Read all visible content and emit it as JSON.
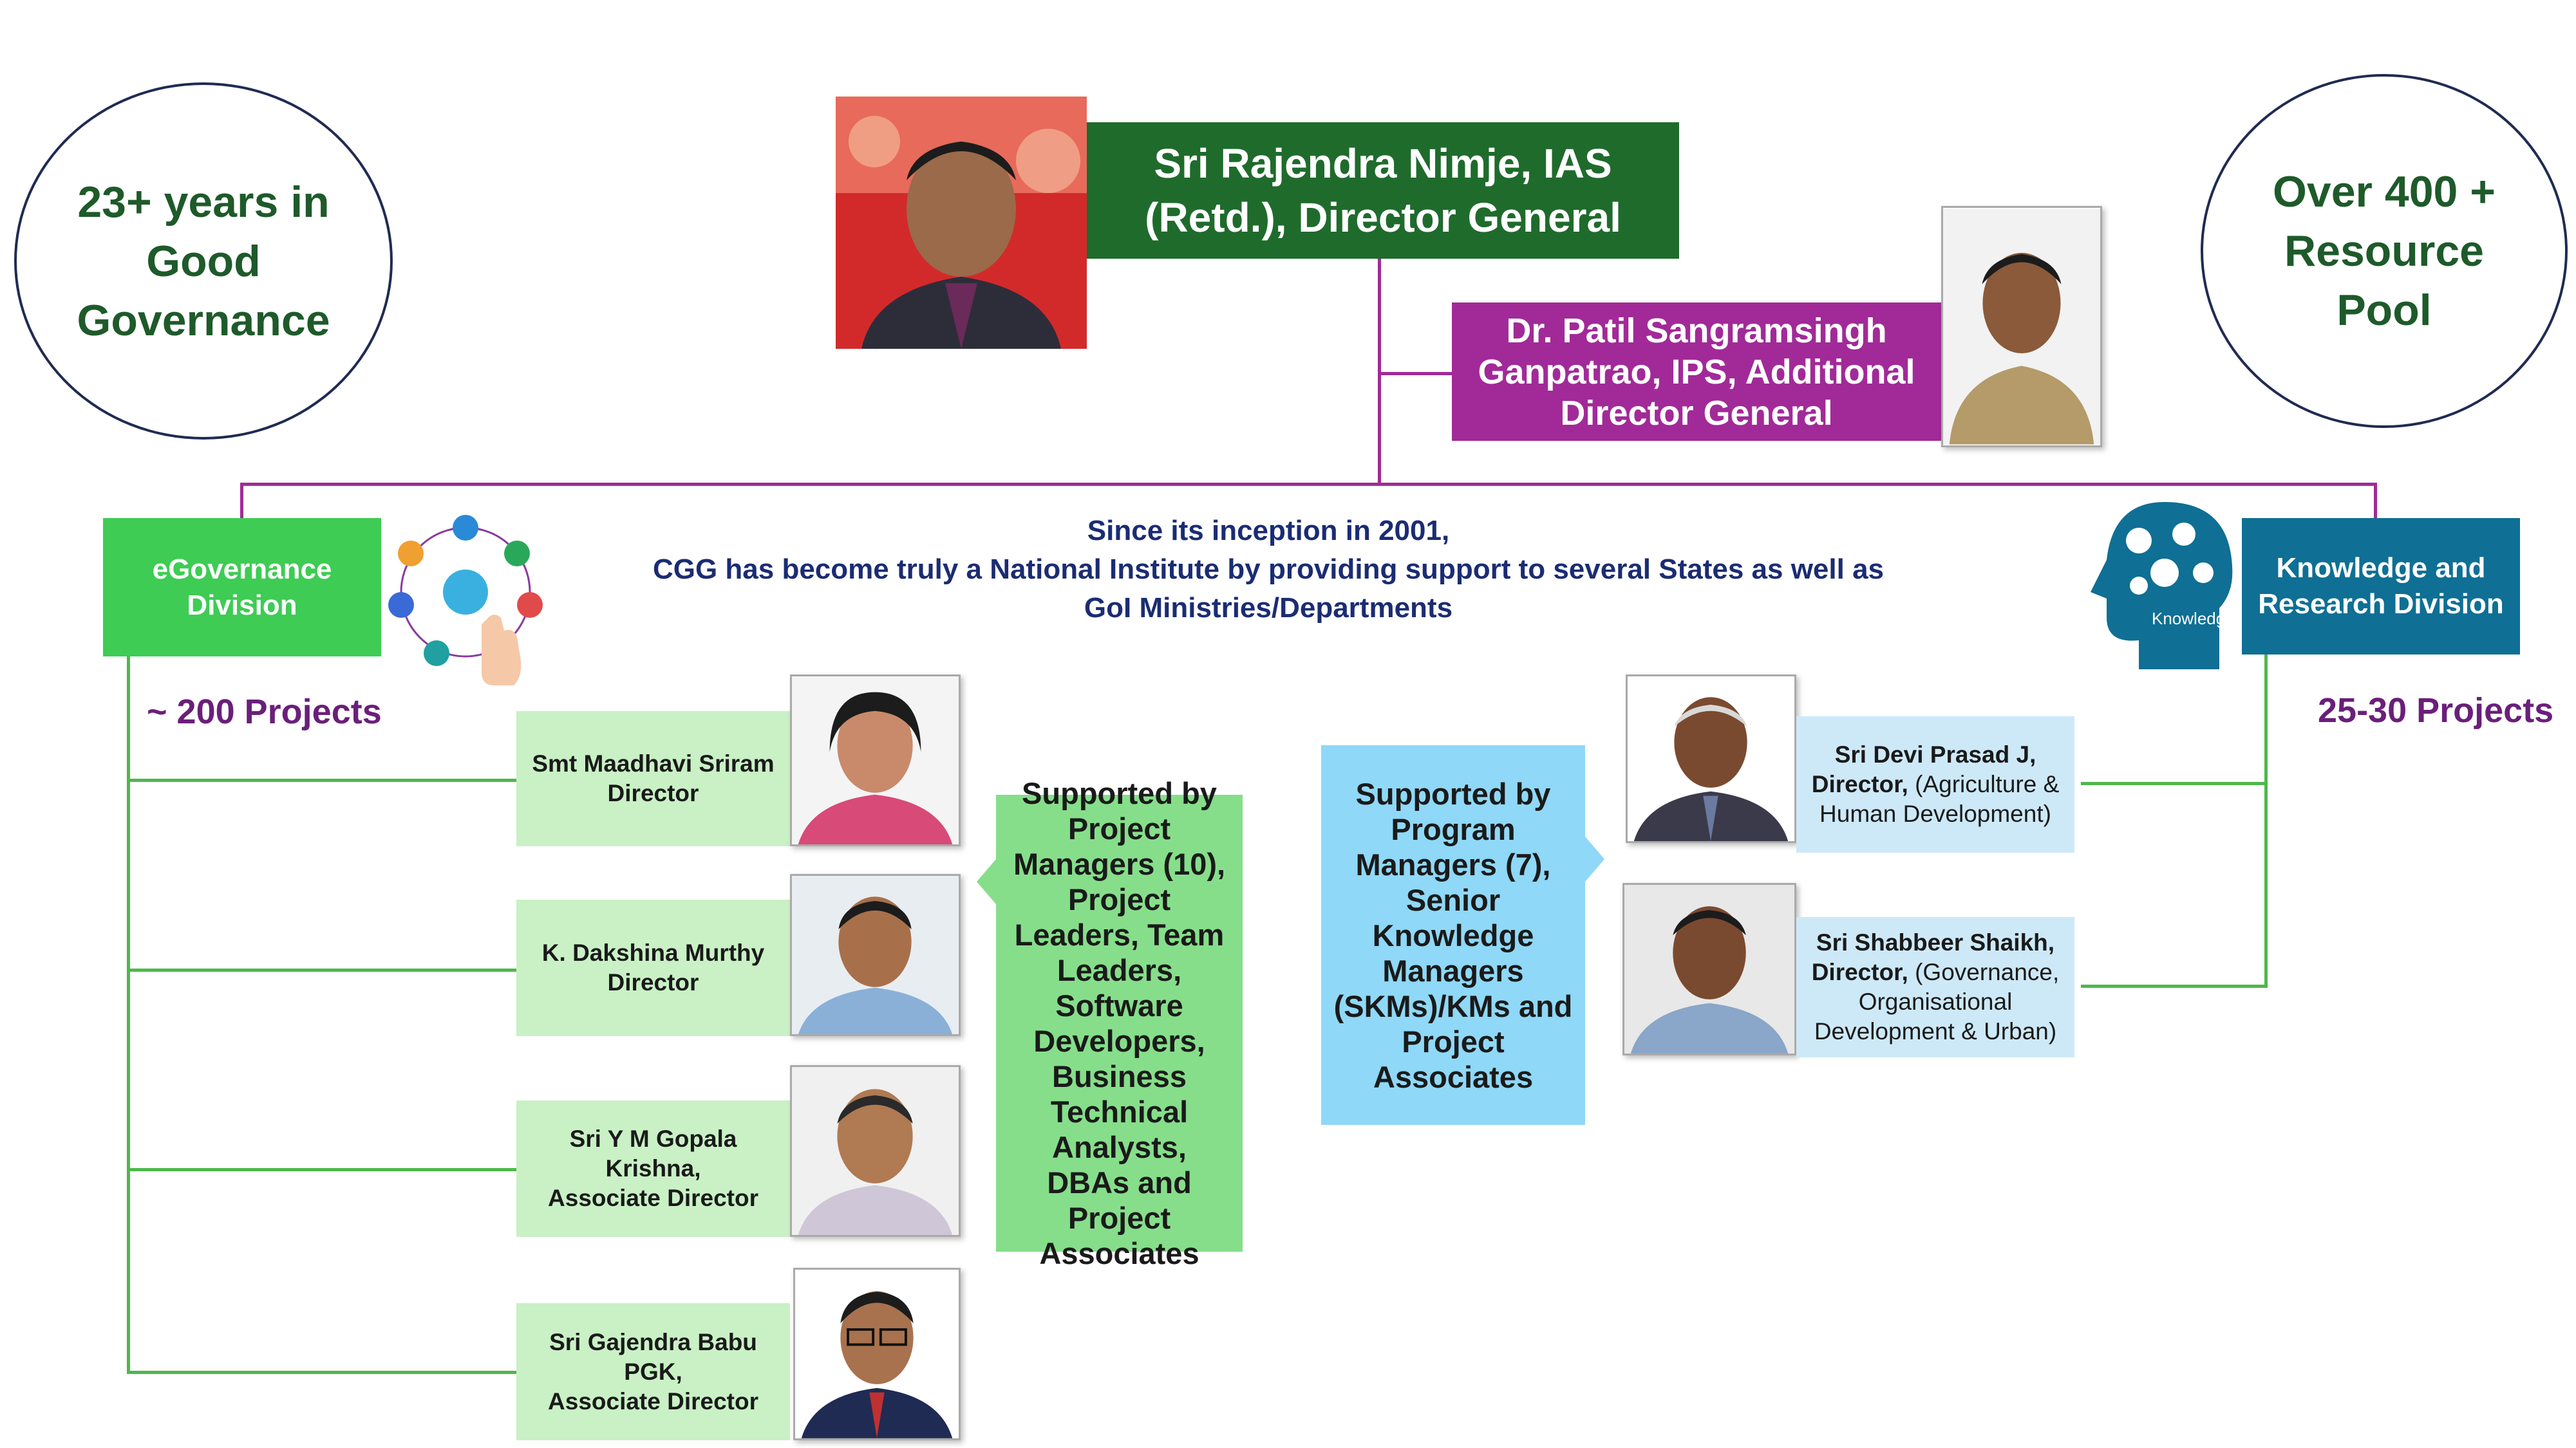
{
  "circles": {
    "left": "23+ years in Good Governance",
    "right": "Over 400 + Resource Pool"
  },
  "director_general": "Sri Rajendra Nimje, IAS (Retd.), Director General",
  "additional_dg": "Dr. Patil Sangramsingh Ganpatrao, IPS, Additional Director General",
  "inception": {
    "line1": "Since its inception in 2001,",
    "line2": "CGG has become truly a National Institute by providing support to several States as well as",
    "line3": "GoI Ministries/Departments"
  },
  "egov": {
    "label": "eGovernance Division",
    "projects": "~ 200 Projects",
    "members": [
      {
        "name": "Smt Maadhavi Sriram",
        "role": "Director"
      },
      {
        "name": "K. Dakshina Murthy",
        "role": "Director"
      },
      {
        "name": "Sri Y M Gopala Krishna,",
        "role": "Associate Director"
      },
      {
        "name": "Sri Gajendra Babu PGK,",
        "role": "Associate Director"
      }
    ],
    "support": "Supported by Project Managers (10), Project Leaders, Team Leaders, Software Developers, Business Technical Analysts, DBAs and Project Associates"
  },
  "krd": {
    "label": "Knowledge and Research Division",
    "projects": "25-30 Projects",
    "icon_text": "Knowledge",
    "members": [
      {
        "name": "Sri Devi Prasad J,",
        "role": "Director,",
        "area": "(Agriculture & Human Development)"
      },
      {
        "name": "Sri Shabbeer Shaikh,",
        "role": "Director,",
        "area": "(Governance, Organisational Development & Urban)"
      }
    ],
    "support": "Supported by Program Managers (7), Senior Knowledge Managers (SKMs)/KMs and Project Associates"
  },
  "colors": {
    "dg_green": "#1f6b2c",
    "adg_purple": "#a12a98",
    "egov_green": "#3ecc54",
    "krd_blue": "#0f6f94",
    "connector_green": "#4eb84a",
    "support_green": "#86de8a",
    "support_blue": "#8fd8f7"
  }
}
